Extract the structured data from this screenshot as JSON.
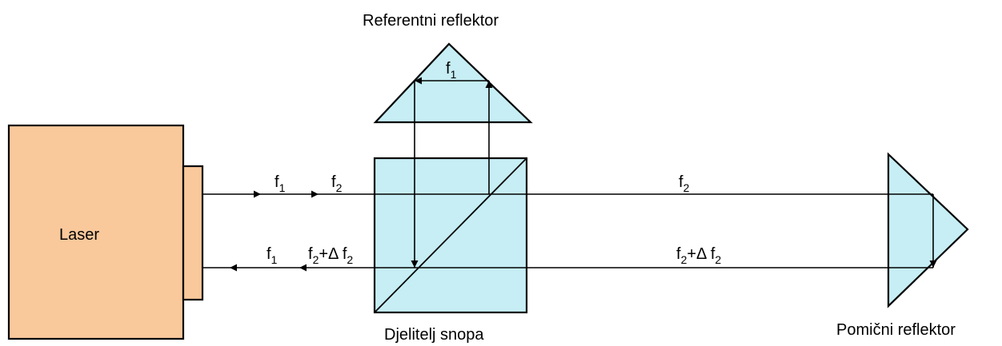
{
  "colors": {
    "laser_fill": "#F9C89B",
    "optics_fill": "#C6EEF4",
    "line": "#000000",
    "background": "#FFFFFF"
  },
  "labels": {
    "laser": "Laser",
    "reference_reflector": "Referentni reflektor",
    "beam_splitter": "Djelitelj snopa",
    "moving_reflector": "Pomični reflektor"
  },
  "beams": {
    "outgoing_f1": {
      "base": "f",
      "sub": "1"
    },
    "outgoing_f2": {
      "base": "f",
      "sub": "2"
    },
    "reference_f1": {
      "base": "f",
      "sub": "1"
    },
    "measure_f2": {
      "base": "f",
      "sub": "2"
    },
    "return_f1": {
      "base": "f",
      "sub": "1"
    },
    "return_left": {
      "base": "f",
      "sub": "2",
      "op": "+Δ f",
      "sub2": "2"
    },
    "return_right": {
      "base": "f",
      "sub": "2",
      "op": "+Δ f",
      "sub2": "2"
    }
  },
  "icons": {
    "arrowhead": "filled-triangle-arrow",
    "reflector": "corner-cube-triangle",
    "splitter": "cube-beam-splitter"
  }
}
